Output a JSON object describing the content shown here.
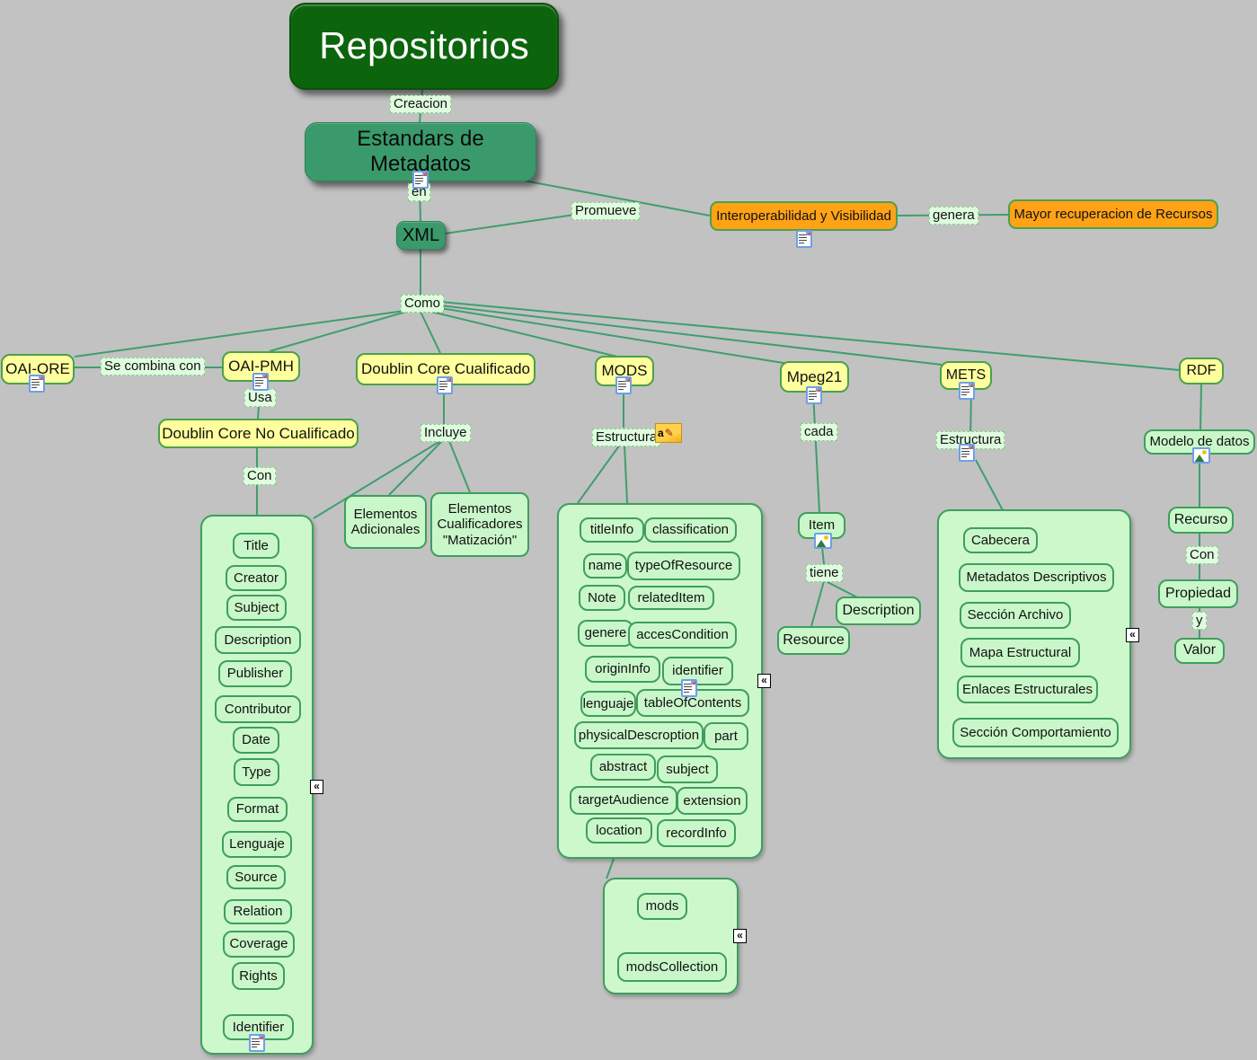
{
  "colors": {
    "background": "#c2c2c2",
    "node_dark_green": "#0c640c",
    "node_medium_green": "#3a9a6c",
    "node_yellow": "#ffff9e",
    "node_orange": "#ffa216",
    "node_light_green": "#c9f7c9",
    "container_green": "#ccf8cc",
    "border_green": "#4aa14a",
    "line_green": "#3f9e6e",
    "label_green": "#dffcdf"
  },
  "title": "Repositorios",
  "links": {
    "creacion": "Creacion",
    "en": "en",
    "promueve": "Promueve",
    "genera": "genera",
    "como": "Como",
    "se_combina_con": "Se combina con",
    "usa": "Usa",
    "con_dc": "Con",
    "incluye": "Incluye",
    "estructura_mods": "Estructura",
    "cada": "cada",
    "tiene": "tiene",
    "estructura_mets": "Estructura",
    "con_rdf": "Con",
    "y": "y"
  },
  "nodes": {
    "estandares": "Estandars de Metadatos",
    "xml": "XML",
    "interoperabilidad": "Interoperabilidad y Visibilidad",
    "mayor_recuperacion": "Mayor recuperacion de Recursos",
    "oai_ore": "OAI-ORE",
    "oai_pmh": "OAI-PMH",
    "dc_no_cualificado": "Doublin Core No Cualificado",
    "dc_cualificado": "Doublin Core Cualificado",
    "mods": "MODS",
    "mpeg21": "Mpeg21",
    "mets": "METS",
    "rdf": "RDF",
    "elementos_adicionales": "Elementos Adicionales",
    "elementos_cualificadores": "Elementos Cualificadores \"Matización\"",
    "item": "Item",
    "description": "Description",
    "resource": "Resource",
    "modelo_de_datos": "Modelo de datos",
    "recurso": "Recurso",
    "propiedad": "Propiedad",
    "valor": "Valor"
  },
  "dc_elements": [
    "Title",
    "Creator",
    "Subject",
    "Description",
    "Publisher",
    "Contributor",
    "Date",
    "Type",
    "Format",
    "Lenguaje",
    "Source",
    "Relation",
    "Coverage",
    "Rights",
    "Identifier"
  ],
  "mods_elements": [
    "titleInfo",
    "classification",
    "name",
    "typeOfResource",
    "Note",
    "relatedItem",
    "genere",
    "accesCondition",
    "originInfo",
    "identifier",
    "lenguaje",
    "tableOfContents",
    "physicalDescroption",
    "part",
    "abstract",
    "subject",
    "targetAudience",
    "extension",
    "location",
    "recordInfo"
  ],
  "mods_root": [
    "mods",
    "modsCollection"
  ],
  "mets_sections": [
    "Cabecera",
    "Metadatos Descriptivos",
    "Sección Archivo",
    "Mapa Estructural",
    "Enlaces Estructurales",
    "Sección Comportamiento"
  ],
  "glyphs": {
    "collapse": "«",
    "annotation_letter": "a",
    "annotation_pencil": "✎"
  }
}
